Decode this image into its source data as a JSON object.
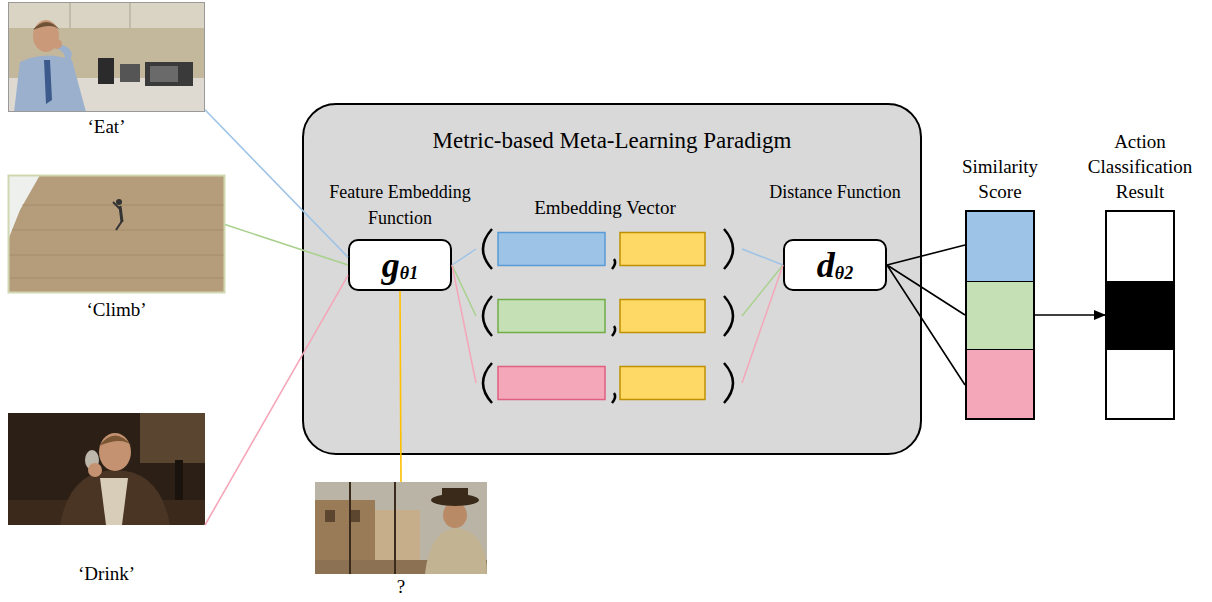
{
  "diagram": {
    "nodes": [
      {
        "text": [
          "‘Eat’"
        ]
      },
      {
        "text": [
          "‘Climb’"
        ]
      },
      {
        "text": [
          "‘Drink’"
        ]
      },
      {
        "text": [
          "Metric-based Meta-Learning Paradigm"
        ]
      },
      {
        "text": [
          "Feature Embedding Function",
          "g",
          "θ1"
        ],
        "in": 3
      },
      {
        "text": [
          "Distance Function",
          "d",
          "θ2"
        ],
        "in": 3
      },
      {
        "text": [
          "?"
        ]
      },
      {
        "text": [
          "Similarity Score"
        ]
      },
      {
        "text": [
          "Action Classification Result"
        ]
      }
    ],
    "edges": [
      {
        "from": 0,
        "to": 4,
        "arrow": "none"
      },
      {
        "from": 1,
        "to": 4,
        "arrow": "none"
      },
      {
        "from": 2,
        "to": 4,
        "arrow": "none"
      },
      {
        "from": 6,
        "to": 4,
        "arrow": "none"
      },
      {
        "from": 5,
        "to": 7,
        "arrow": "none"
      },
      {
        "from": 7,
        "to": 8,
        "arrow": "to"
      }
    ],
    "labels": [
      "Embedding Vector"
    ]
  }
}
